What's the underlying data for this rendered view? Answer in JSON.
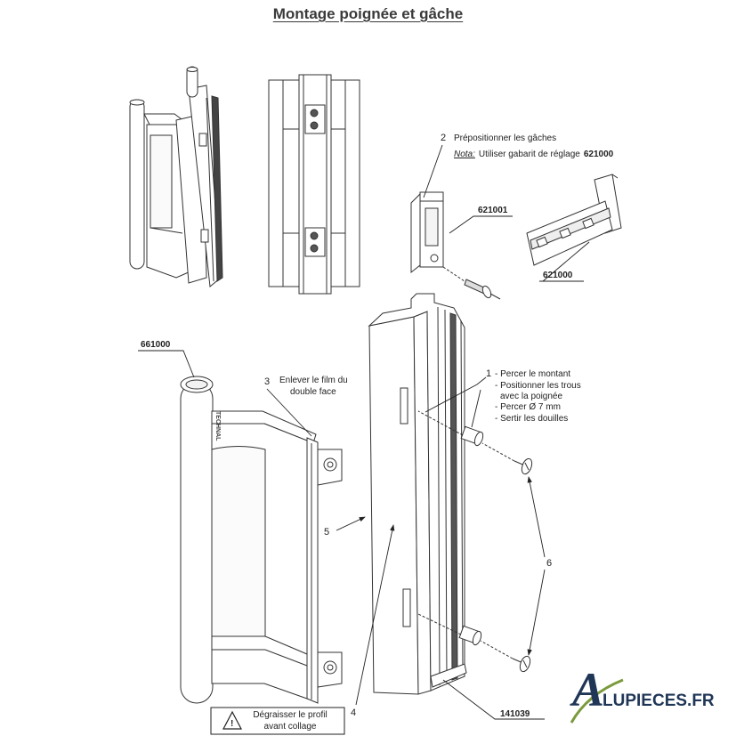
{
  "title": "Montage poignée et gâche",
  "callouts": {
    "step2": {
      "number": "2",
      "text": "Prépositionner les gâches"
    },
    "nota": {
      "label": "Nota:",
      "text": "Utiliser gabarit de réglage",
      "ref": "621000"
    },
    "step3": {
      "number": "3",
      "lines": [
        "Enlever le film du",
        "double face"
      ]
    },
    "step1": {
      "number": "1",
      "lines": [
        "- Percer le montant",
        "- Positionner les trous",
        "avec la poignée",
        "- Percer Ø 7 mm",
        "- Sertir les douilles"
      ]
    },
    "step4": {
      "number": "4"
    },
    "step5": {
      "number": "5"
    },
    "step6": {
      "number": "6"
    }
  },
  "part_refs": {
    "strike_plate": "621001",
    "adjustment_template": "621000",
    "handle": "661000",
    "profile": "141039"
  },
  "handle_marking": "TECHNAL",
  "warning": {
    "icon": "warning-triangle-icon",
    "lines": [
      "Dégraisser le profil",
      "avant collage"
    ]
  },
  "logo": {
    "text": "ALUPIECES.FR",
    "color": "#1f3656",
    "accent": "#7a9a3c"
  },
  "colors": {
    "line": "#333333",
    "text": "#222222",
    "background": "#ffffff"
  }
}
